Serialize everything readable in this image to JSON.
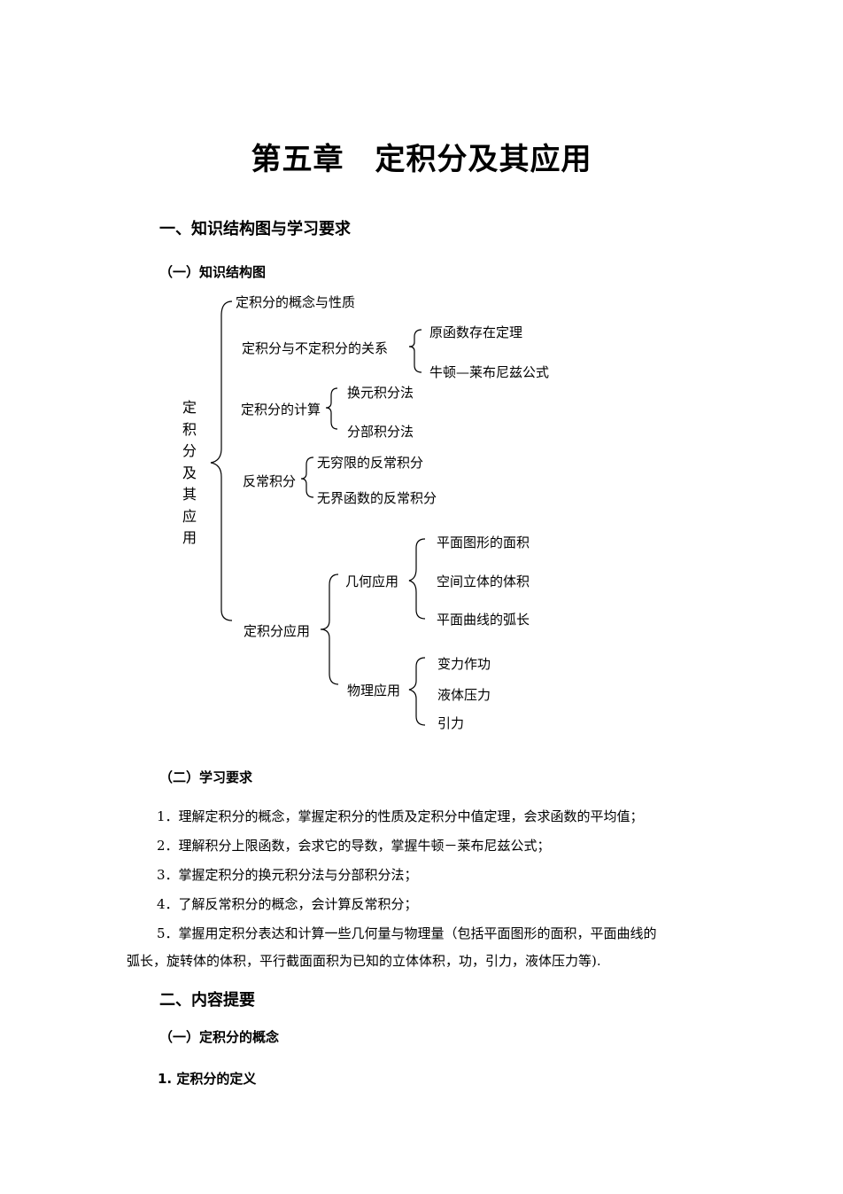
{
  "title": "第五章　定积分及其应用",
  "section1": {
    "heading": "一、知识结构图与学习要求",
    "sub1": "（一）知识结构图",
    "sub2": "（二）学习要求"
  },
  "tree": {
    "root": "定积分及其应用",
    "concept": "定积分的概念与性质",
    "relation": "定积分与不定积分的关系",
    "relation_children": [
      "原函数存在定理",
      "牛顿—莱布尼兹公式"
    ],
    "calc": "定积分的计算",
    "calc_children": [
      "换元积分法",
      "分部积分法"
    ],
    "improper": "反常积分",
    "improper_children": [
      "无穷限的反常积分",
      "无界函数的反常积分"
    ],
    "app": "定积分应用",
    "geo": "几何应用",
    "geo_children": [
      "平面图形的面积",
      "空间立体的体积",
      "平面曲线的弧长"
    ],
    "phys": "物理应用",
    "phys_children": [
      "变力作功",
      "液体压力",
      "引力"
    ]
  },
  "requirements": [
    "1．理解定积分的概念，掌握定积分的性质及定积分中值定理，会求函数的平均值；",
    "2．理解积分上限函数，会求它的导数，掌握牛顿－莱布尼兹公式；",
    "3．掌握定积分的换元积分法与分部积分法；",
    "4．了解反常积分的概念，会计算反常积分；",
    "5．掌握用定积分表达和计算一些几何量与物理量（包括平面图形的面积，平面曲线的",
    "弧长，旋转体的体积，平行截面面积为已知的立体体积，功，引力，液体压力等)."
  ],
  "section2": {
    "heading": "二、内容提要",
    "sub1": "（一）定积分的概念",
    "item1": "1. 定积分的定义"
  }
}
